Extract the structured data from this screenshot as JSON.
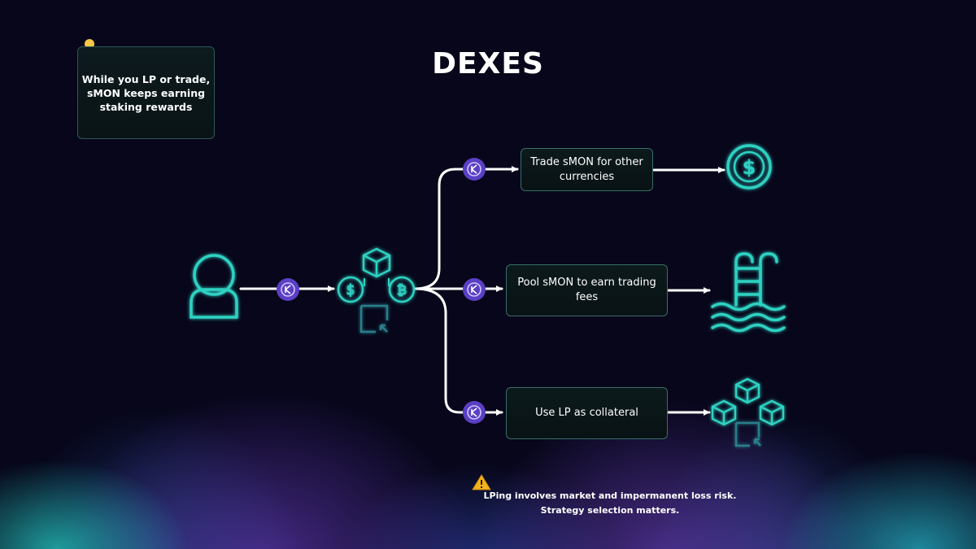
{
  "title": "DEXES",
  "tip": {
    "icon": "lightbulb-icon",
    "text": "While you LP or trade, sMON keeps earning staking rewards"
  },
  "nodes": {
    "trade": "Trade sMON for other currencies",
    "pool": "Pool sMON to earn trading fees",
    "collateral": "Use LP as collateral"
  },
  "icons": {
    "user": "user-icon",
    "dex": "dex-exchange-icon",
    "token_badge": "smon-token-icon",
    "dollar": "dollar-coin-icon",
    "pool": "swimming-pool-icon",
    "blocks": "blockchain-blocks-icon",
    "warning": "warning-icon"
  },
  "warning": {
    "line1": "LPing involves market and impermanent loss risk.",
    "line2": "Strategy selection matters."
  },
  "colors": {
    "accent": "#2fd1c2",
    "token_badge": "#5b3fc4",
    "background": "#07061a"
  }
}
